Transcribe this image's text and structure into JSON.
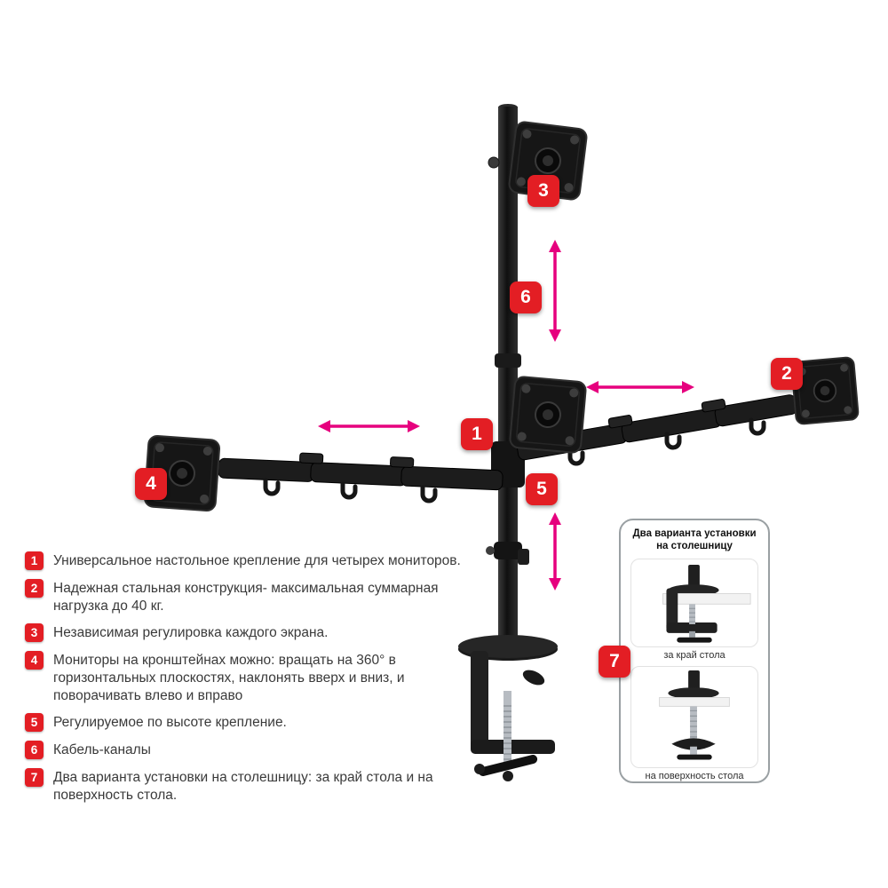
{
  "colors": {
    "badge-red": "#e31e24",
    "arrow-pink": "#e6007e",
    "panel-border": "#9aa0a3",
    "text": "#3a3a3a"
  },
  "features": [
    {
      "num": "1",
      "text": "Универсальное настольное крепление для четырех мониторов."
    },
    {
      "num": "2",
      "text": "Надежная стальная конструкция- максимальная суммарная нагрузка до 40 кг."
    },
    {
      "num": "3",
      "text": "Независимая регулировка каждого экрана."
    },
    {
      "num": "4",
      "text": "Мониторы на кронштейнах можно: вращать на 360° в горизонтальных плоскостях, наклонять вверх и вниз, и поворачивать влево и вправо"
    },
    {
      "num": "5",
      "text": "Регулируемое по высоте крепление."
    },
    {
      "num": "6",
      "text": "Кабель-каналы"
    },
    {
      "num": "7",
      "text": "Два варианта установки на столешницу: за край стола и на поверхность стола."
    }
  ],
  "panel": {
    "title": "Два варианта установки на столешницу",
    "options": [
      {
        "caption": "за край стола"
      },
      {
        "caption": "на поверхность стола"
      }
    ]
  }
}
